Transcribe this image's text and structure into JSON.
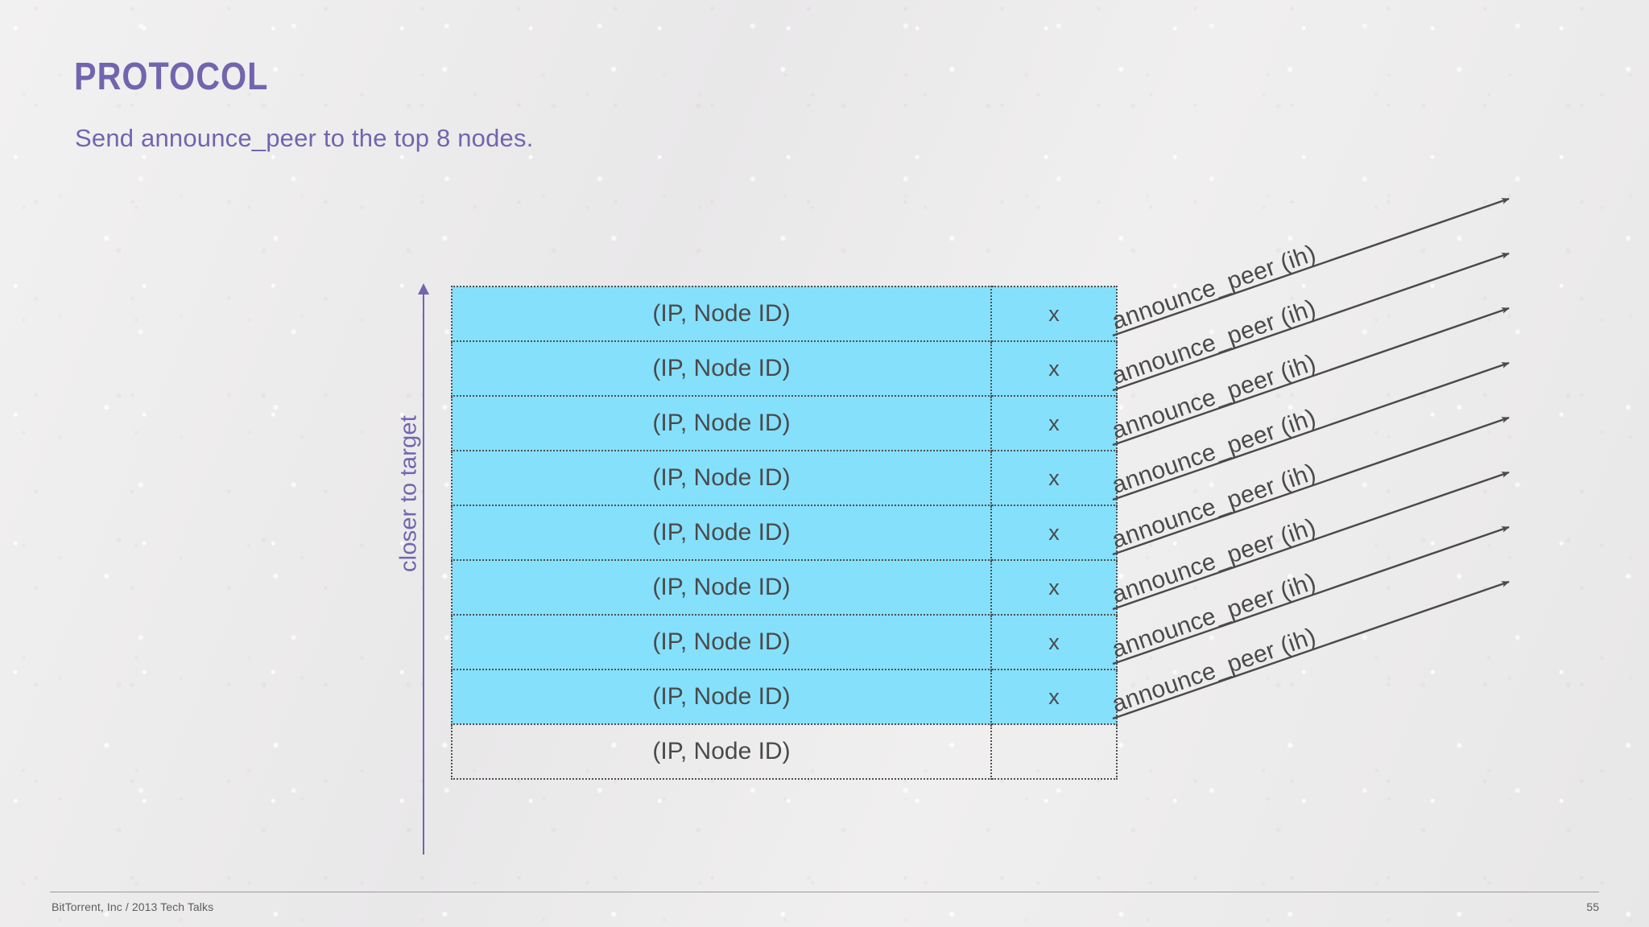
{
  "slide": {
    "title": "PROTOCOL",
    "subtitle": "Send announce_peer to the top 8 nodes.",
    "accent_color": "#7265ae",
    "row_fill_color": "#85e0fc",
    "ink_color": "#4a4a4a",
    "background_color": "#edecec"
  },
  "axis": {
    "label": "closer to target",
    "direction": "up"
  },
  "table": {
    "rows": [
      {
        "node": "(IP, Node ID)",
        "mark": "x",
        "selected": true
      },
      {
        "node": "(IP, Node ID)",
        "mark": "x",
        "selected": true
      },
      {
        "node": "(IP, Node ID)",
        "mark": "x",
        "selected": true
      },
      {
        "node": "(IP, Node ID)",
        "mark": "x",
        "selected": true
      },
      {
        "node": "(IP, Node ID)",
        "mark": "x",
        "selected": true
      },
      {
        "node": "(IP, Node ID)",
        "mark": "x",
        "selected": true
      },
      {
        "node": "(IP, Node ID)",
        "mark": "x",
        "selected": true
      },
      {
        "node": "(IP, Node ID)",
        "mark": "x",
        "selected": true
      },
      {
        "node": "(IP, Node ID)",
        "mark": "",
        "selected": false
      }
    ]
  },
  "arrows": {
    "count": 8,
    "label": "announce_peer (ih)",
    "labels": [
      "announce_peer (ih)",
      "announce_peer (ih)",
      "announce_peer (ih)",
      "announce_peer (ih)",
      "announce_peer (ih)",
      "announce_peer (ih)",
      "announce_peer (ih)",
      "announce_peer (ih)"
    ]
  },
  "footer": {
    "left": "BitTorrent, Inc / 2013 Tech Talks",
    "page": "55"
  }
}
